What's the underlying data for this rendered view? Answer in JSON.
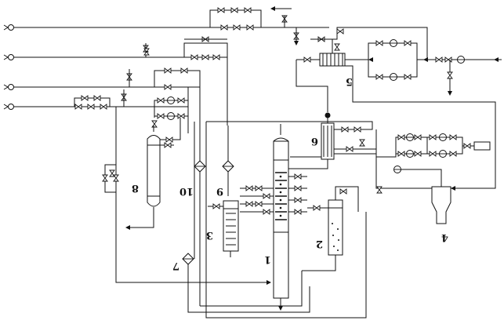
{
  "figure": {
    "labels": {
      "column": "1",
      "unit_2": "2",
      "unit_3": "3",
      "unit_4": "4",
      "unit_5": "5",
      "unit_6": "6",
      "unit_7": "7",
      "unit_8": "8",
      "unit_9": "9",
      "unit_10": "10"
    },
    "label_orientation": "rotated 180 degrees",
    "colors": {
      "line": "#111111",
      "background": "#ffffff"
    }
  }
}
